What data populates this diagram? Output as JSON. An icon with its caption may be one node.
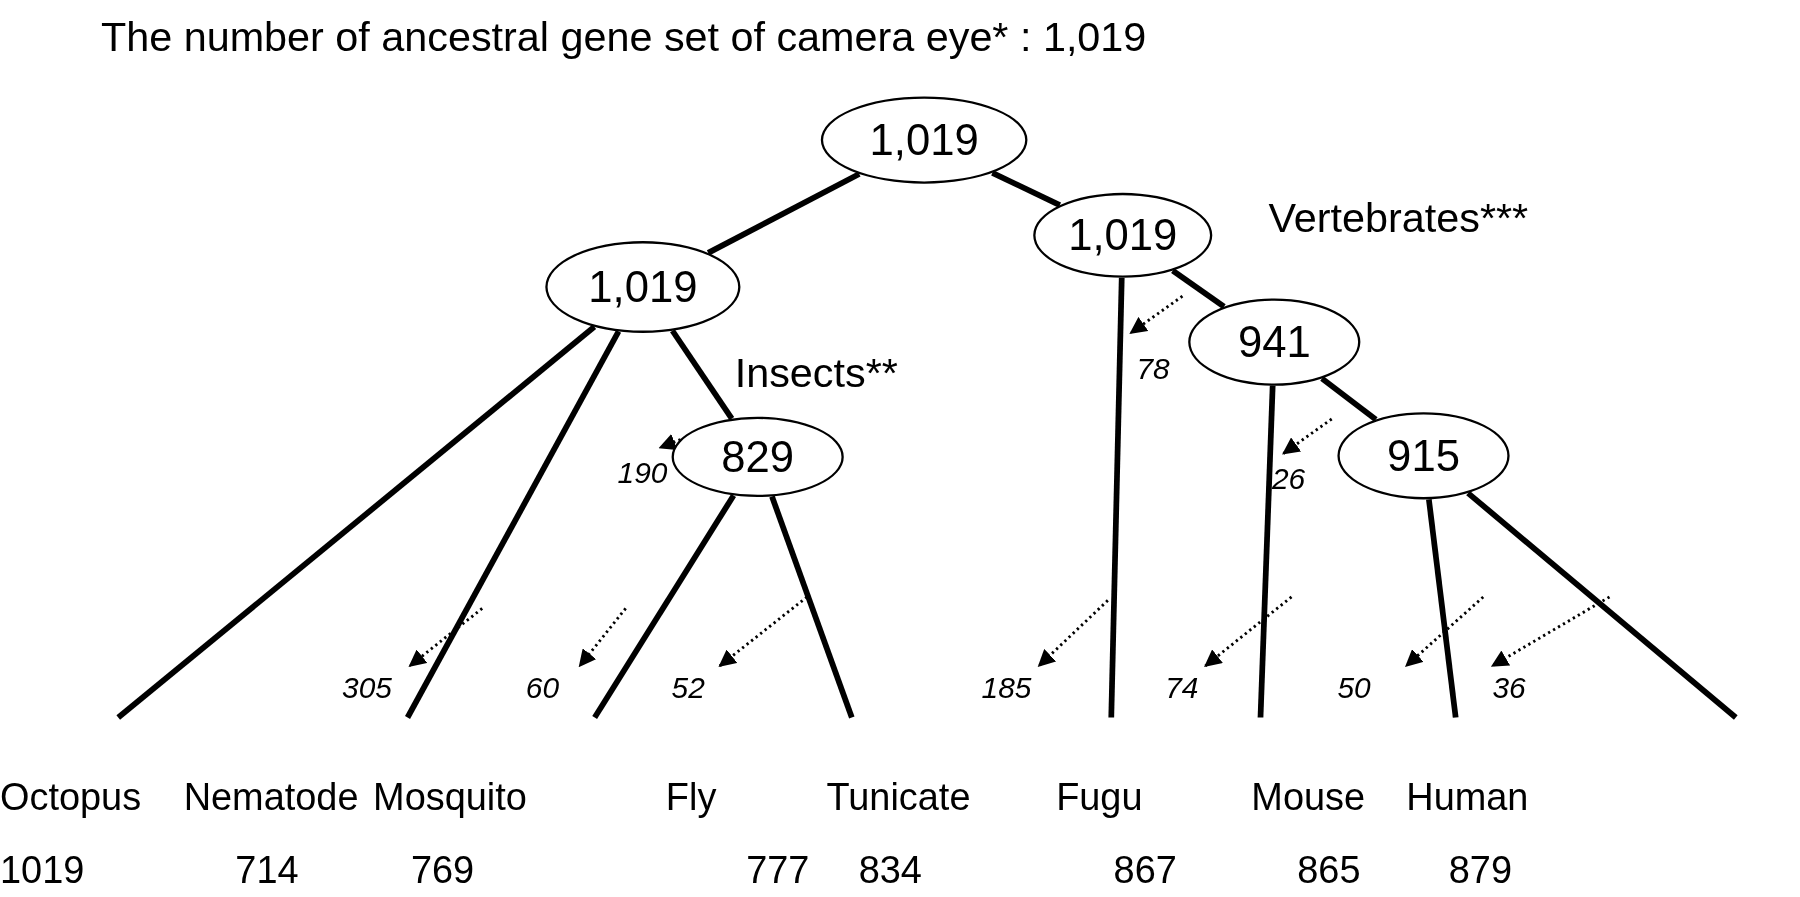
{
  "diagram": {
    "title": "The number of ancestral gene set of camera eye* : 1,019",
    "nodes": [
      {
        "text": [
          "1,019"
        ]
      },
      {
        "text": [
          "1,019"
        ]
      },
      {
        "text": [
          "1,019"
        ]
      },
      {
        "text": [
          "829"
        ],
        "beside": [
          "Insects**"
        ]
      },
      {
        "text": [
          "941"
        ],
        "beside": [
          "Vertebrates***"
        ]
      },
      {
        "text": [
          "915"
        ]
      }
    ],
    "edges": [
      {
        "from": 0,
        "to": 1,
        "arrow": "none"
      },
      {
        "from": 0,
        "to": 2,
        "arrow": "none"
      },
      {
        "from": 1,
        "to": null,
        "arrow": "none"
      },
      {
        "from": 1,
        "to": null,
        "arrow": "none"
      },
      {
        "from": 1,
        "to": 3,
        "arrow": "none"
      },
      {
        "from": 3,
        "to": null,
        "arrow": "none"
      },
      {
        "from": 3,
        "to": null,
        "arrow": "none"
      },
      {
        "from": 2,
        "to": null,
        "arrow": "none"
      },
      {
        "from": 2,
        "to": 4,
        "arrow": "none"
      },
      {
        "from": 4,
        "to": null,
        "arrow": "none"
      },
      {
        "from": 4,
        "to": 5,
        "arrow": "none"
      },
      {
        "from": 5,
        "to": null,
        "arrow": "none"
      },
      {
        "from": 5,
        "to": null,
        "arrow": "none"
      }
    ],
    "labels": [
      "78",
      "190",
      "26",
      "305",
      "60",
      "52",
      "185",
      "74",
      "50",
      "36",
      "Octopus",
      "Nematode",
      "Mosquito",
      "Fly",
      "Tunicate",
      "Fugu",
      "Mouse",
      "Human",
      "1019",
      "714",
      "769",
      "777",
      "834",
      "867",
      "865",
      "879"
    ]
  }
}
